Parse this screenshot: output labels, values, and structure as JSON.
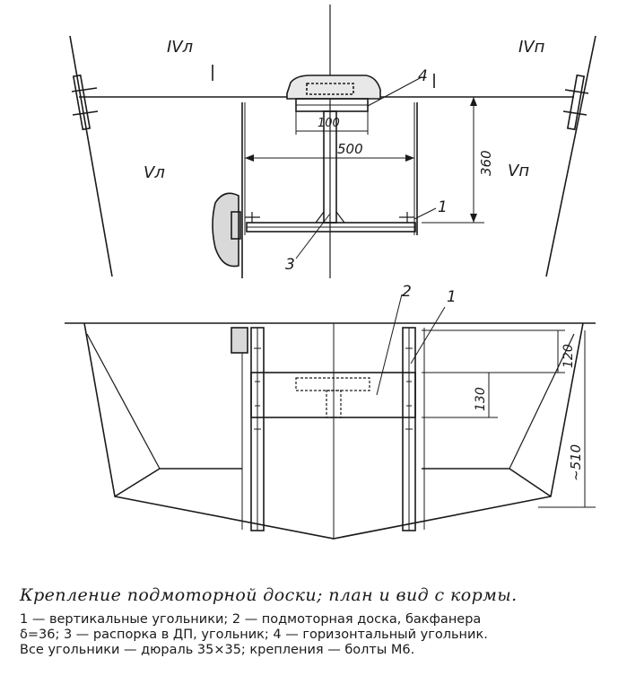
{
  "labels": {
    "section_top_left": "IVл",
    "section_top_right": "IVп",
    "section_left": "Vл",
    "section_right": "Vп",
    "num_4": "4",
    "num_3": "3",
    "num_2": "2",
    "num_1_plan": "1",
    "num_1_view": "1",
    "dims": {
      "d100": "100",
      "d500": "500",
      "d360": "360",
      "d120": "120",
      "d130": "130",
      "d510": "~510"
    }
  },
  "caption": {
    "title": "Крепление подмоторной доски; план и вид с кормы.",
    "line1": "1 — вертикальные угольники; 2 — подмоторная доска, бакфанера",
    "line2": "δ=36; 3 — распорка в ДП, угольник; 4 — горизонтальный угольник.",
    "line3": "Все угольники — дюраль 35×35; крепления — болты М6."
  }
}
